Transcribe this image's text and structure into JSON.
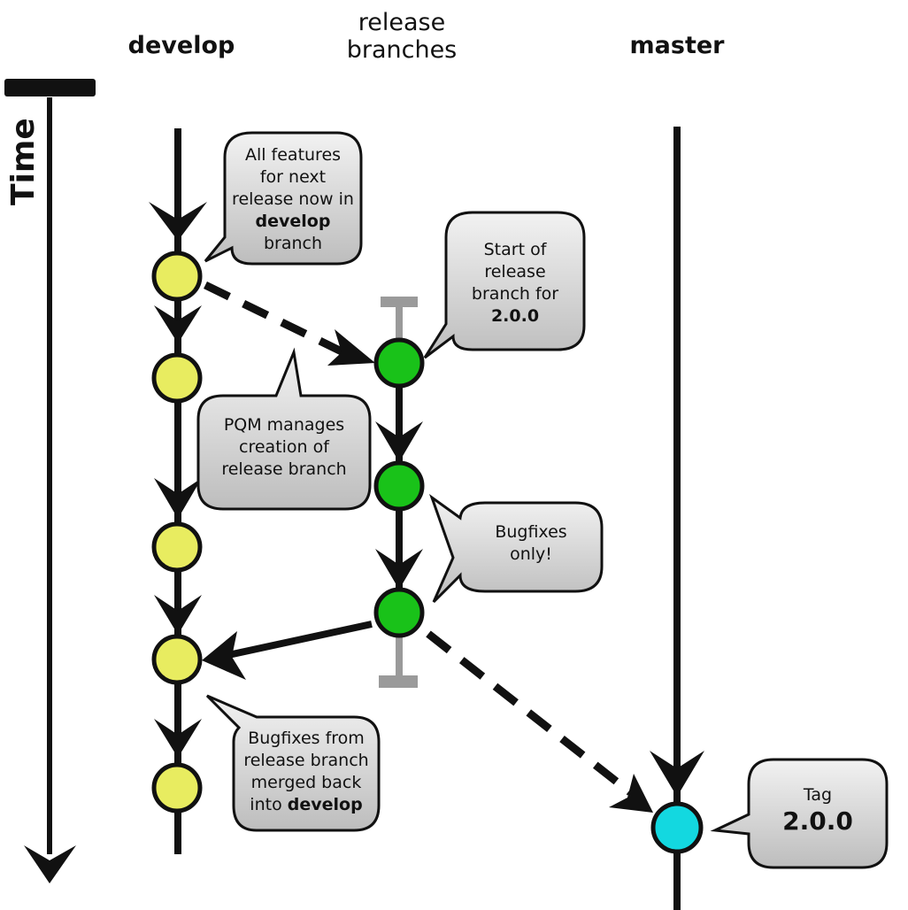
{
  "columns": {
    "develop": "develop",
    "release_line1": "release",
    "release_line2": "branches",
    "master": "master"
  },
  "time_label": "Time",
  "callouts": {
    "features": {
      "l1": "All features",
      "l2": "for next",
      "l3": "release now in",
      "l4": "develop",
      "l5": "branch"
    },
    "start": {
      "l1": "Start of",
      "l2": "release",
      "l3": "branch for",
      "l4": "2.0.0"
    },
    "pqm": {
      "l1": "PQM manages",
      "l2": "creation of",
      "l3": "release branch"
    },
    "bugfixes": {
      "l1": "Bugfixes",
      "l2": "only!"
    },
    "merged": {
      "l1": "Bugfixes from",
      "l2": "release branch",
      "l3": "merged back",
      "l4": "into",
      "l4b": "develop"
    },
    "tag": {
      "l1": "Tag",
      "l2": "2.0.0"
    }
  },
  "colors": {
    "develop_commit": "#e8ec60",
    "release_commit": "#19c219",
    "master_commit": "#13d8e0",
    "line": "#111111",
    "callout_top": "#f2f2f2",
    "callout_bottom": "#bdbdbd",
    "release_branch_end": "#9a9a9a"
  }
}
